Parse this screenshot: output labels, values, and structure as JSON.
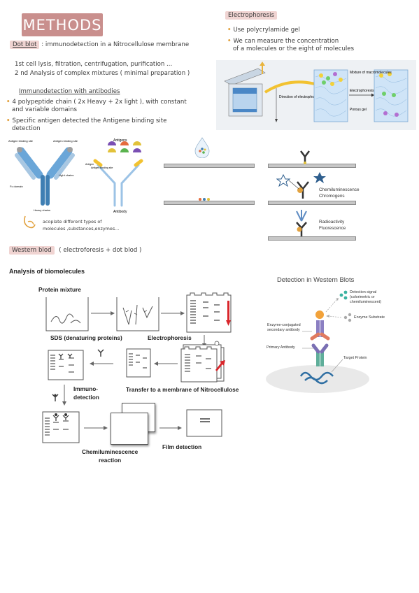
{
  "header": {
    "title": "METHODS"
  },
  "dot_blot": {
    "heading": "Dot blot",
    "definition": ": immunodetection in a  Nitrocellulose membrane",
    "step1": "1st cell lysis, filtration, centrifugation, purification ...",
    "step2": "2 nd Analysis of complex mixtures ( minimal preparation )",
    "subheading": "Immunodetection with antibodies",
    "bullet1_a": "4 polypeptide chain ( 2x Heavy + 2x light ), with constant",
    "bullet1_b": "and variable domains",
    "bullet2_a": "Specific antigen detected the Antigene binding site",
    "bullet2_b": "detection",
    "note_a": "acoplate different types of",
    "note_b": "molecules ,substances,enzymes...",
    "fig": {
      "antigen_binding_site": "Antigen binding site",
      "fc_domain": "Fc domain",
      "light_chains": "Light chains",
      "heavy_chains": "Heavy chains",
      "antigens": "Antigens",
      "antibody": "Antibody",
      "antigen_label": "Antigen",
      "antigen_binding_label": "Antigen binding site",
      "chemiluminescence": "Chemiluminescence",
      "chromogens": "Chromogens",
      "radioactivity": "Radioactivity",
      "fluorescence": "Fluorescence"
    }
  },
  "electrophoresis": {
    "heading": "Electrophoresis",
    "bullet1": "Use polycrylamide gel",
    "bullet2_a": "We can measure the concentration",
    "bullet2_b": "of a molecules or the eight of molecules",
    "fig": {
      "direction": "Direction of electrophoresis",
      "mixture": "Mixture of macromolecules",
      "electrophoresis": "Electrophoresis",
      "porous_gel": "Porous gel"
    }
  },
  "western": {
    "heading": "Western blod",
    "subtitle": "( electroforesis + dot blod )",
    "analysis_title": "Analysis of biomolecules",
    "protein_mixture": "Protein mixture",
    "sds": "SDS (denaturing proteins)",
    "electrophoresis": "Electrophoresis",
    "immuno_a": "Immuno-",
    "immuno_b": "detection",
    "transfer": "Transfer to a membrane of Nitrocellulose",
    "chemi_a": "Chemiluminescence",
    "chemi_b": "reaction",
    "film": "Film detection"
  },
  "detection": {
    "title": "Detection in Western Blots",
    "signal_a": "Detection signal",
    "signal_b": "(colorimetric or",
    "signal_c": "chemiluminescent)",
    "substrate": "Enzyme Substrate",
    "secondary_a": "Enzyme-conjugated",
    "secondary_b": "secondary antibody",
    "primary": "Primary Antibody",
    "target": "Target Protein"
  },
  "colors": {
    "title_bg": "#c98f8d",
    "tag_bg": "#f0d4d2",
    "bullet": "#e2a23f",
    "arrow_red": "#d9262b",
    "antibody_blue": "#3f7fb3",
    "antibody_yellow": "#f2c230"
  }
}
